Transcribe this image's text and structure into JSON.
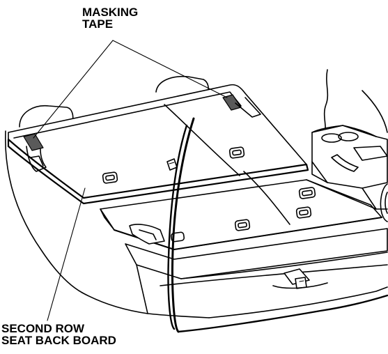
{
  "labels": {
    "masking_tape": [
      "MASKING",
      "TAPE"
    ],
    "seat_back_board": [
      "SECOND ROW",
      "SEAT BACK BOARD"
    ]
  },
  "colors": {
    "line": "#000000",
    "fill": "#ffffff",
    "tape": "#5a5a5a"
  }
}
